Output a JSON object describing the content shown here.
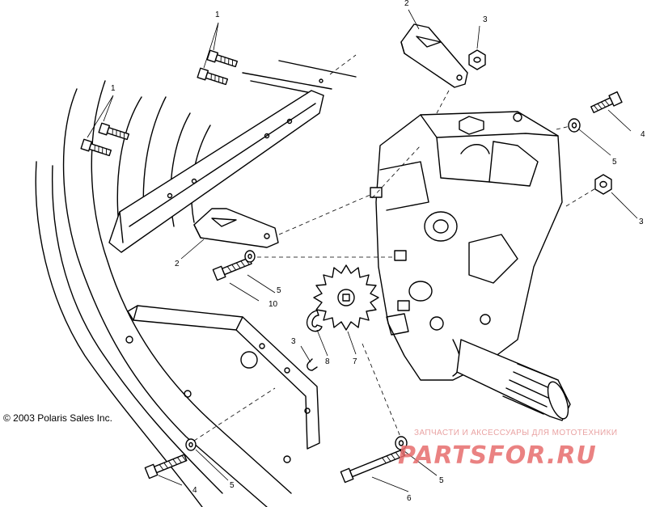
{
  "copyright": "© 2003 Polaris Sales Inc.",
  "watermark": {
    "tagline": "ЗАПЧАСТИ И АКСЕССУАРЫ ДЛЯ МОТОТЕХНИКИ",
    "logo": "PARTSFOR.RU",
    "color": "#e76d6d"
  },
  "callouts": {
    "bolt_top_upper": "1",
    "bolt_top_left": "1",
    "bracket_top": "2",
    "bracket_mid": "2",
    "nut_top": "3",
    "nut_right": "3",
    "clip_mid": "3",
    "bolt_right": "4",
    "bolt_bottom_left": "4",
    "washer_right": "5",
    "washer_mid": "5",
    "washer_bottom_left": "5",
    "washer_bottom_right": "5",
    "bolt_long_bottom": "6",
    "sprocket": "7",
    "snap_ring": "8",
    "bolt_mid": "10"
  }
}
